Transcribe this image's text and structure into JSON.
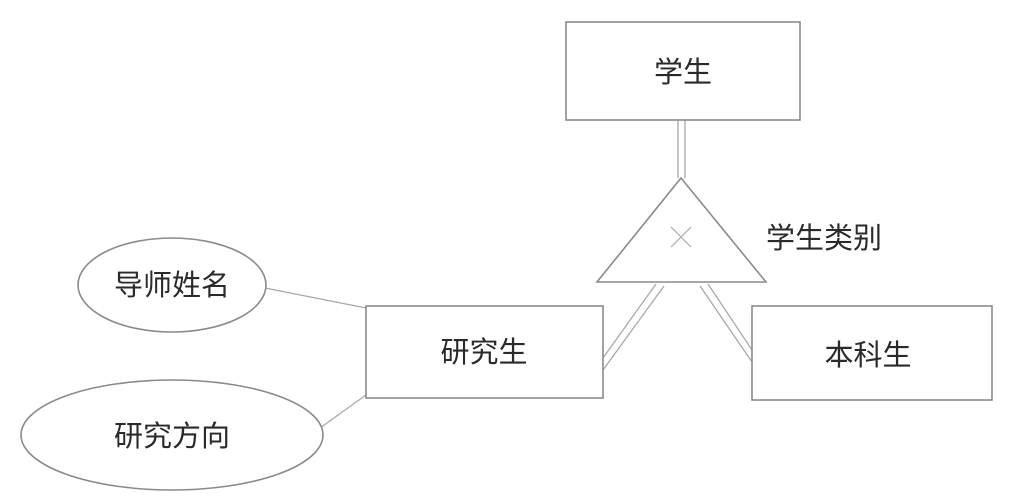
{
  "diagram": {
    "entities": {
      "student": "学生",
      "graduate": "研究生",
      "undergraduate": "本科生"
    },
    "specialization": {
      "label": "学生类别",
      "symbol": "disjoint"
    },
    "attributes": {
      "advisor_name": "导师姓名",
      "research_direction": "研究方向"
    }
  }
}
